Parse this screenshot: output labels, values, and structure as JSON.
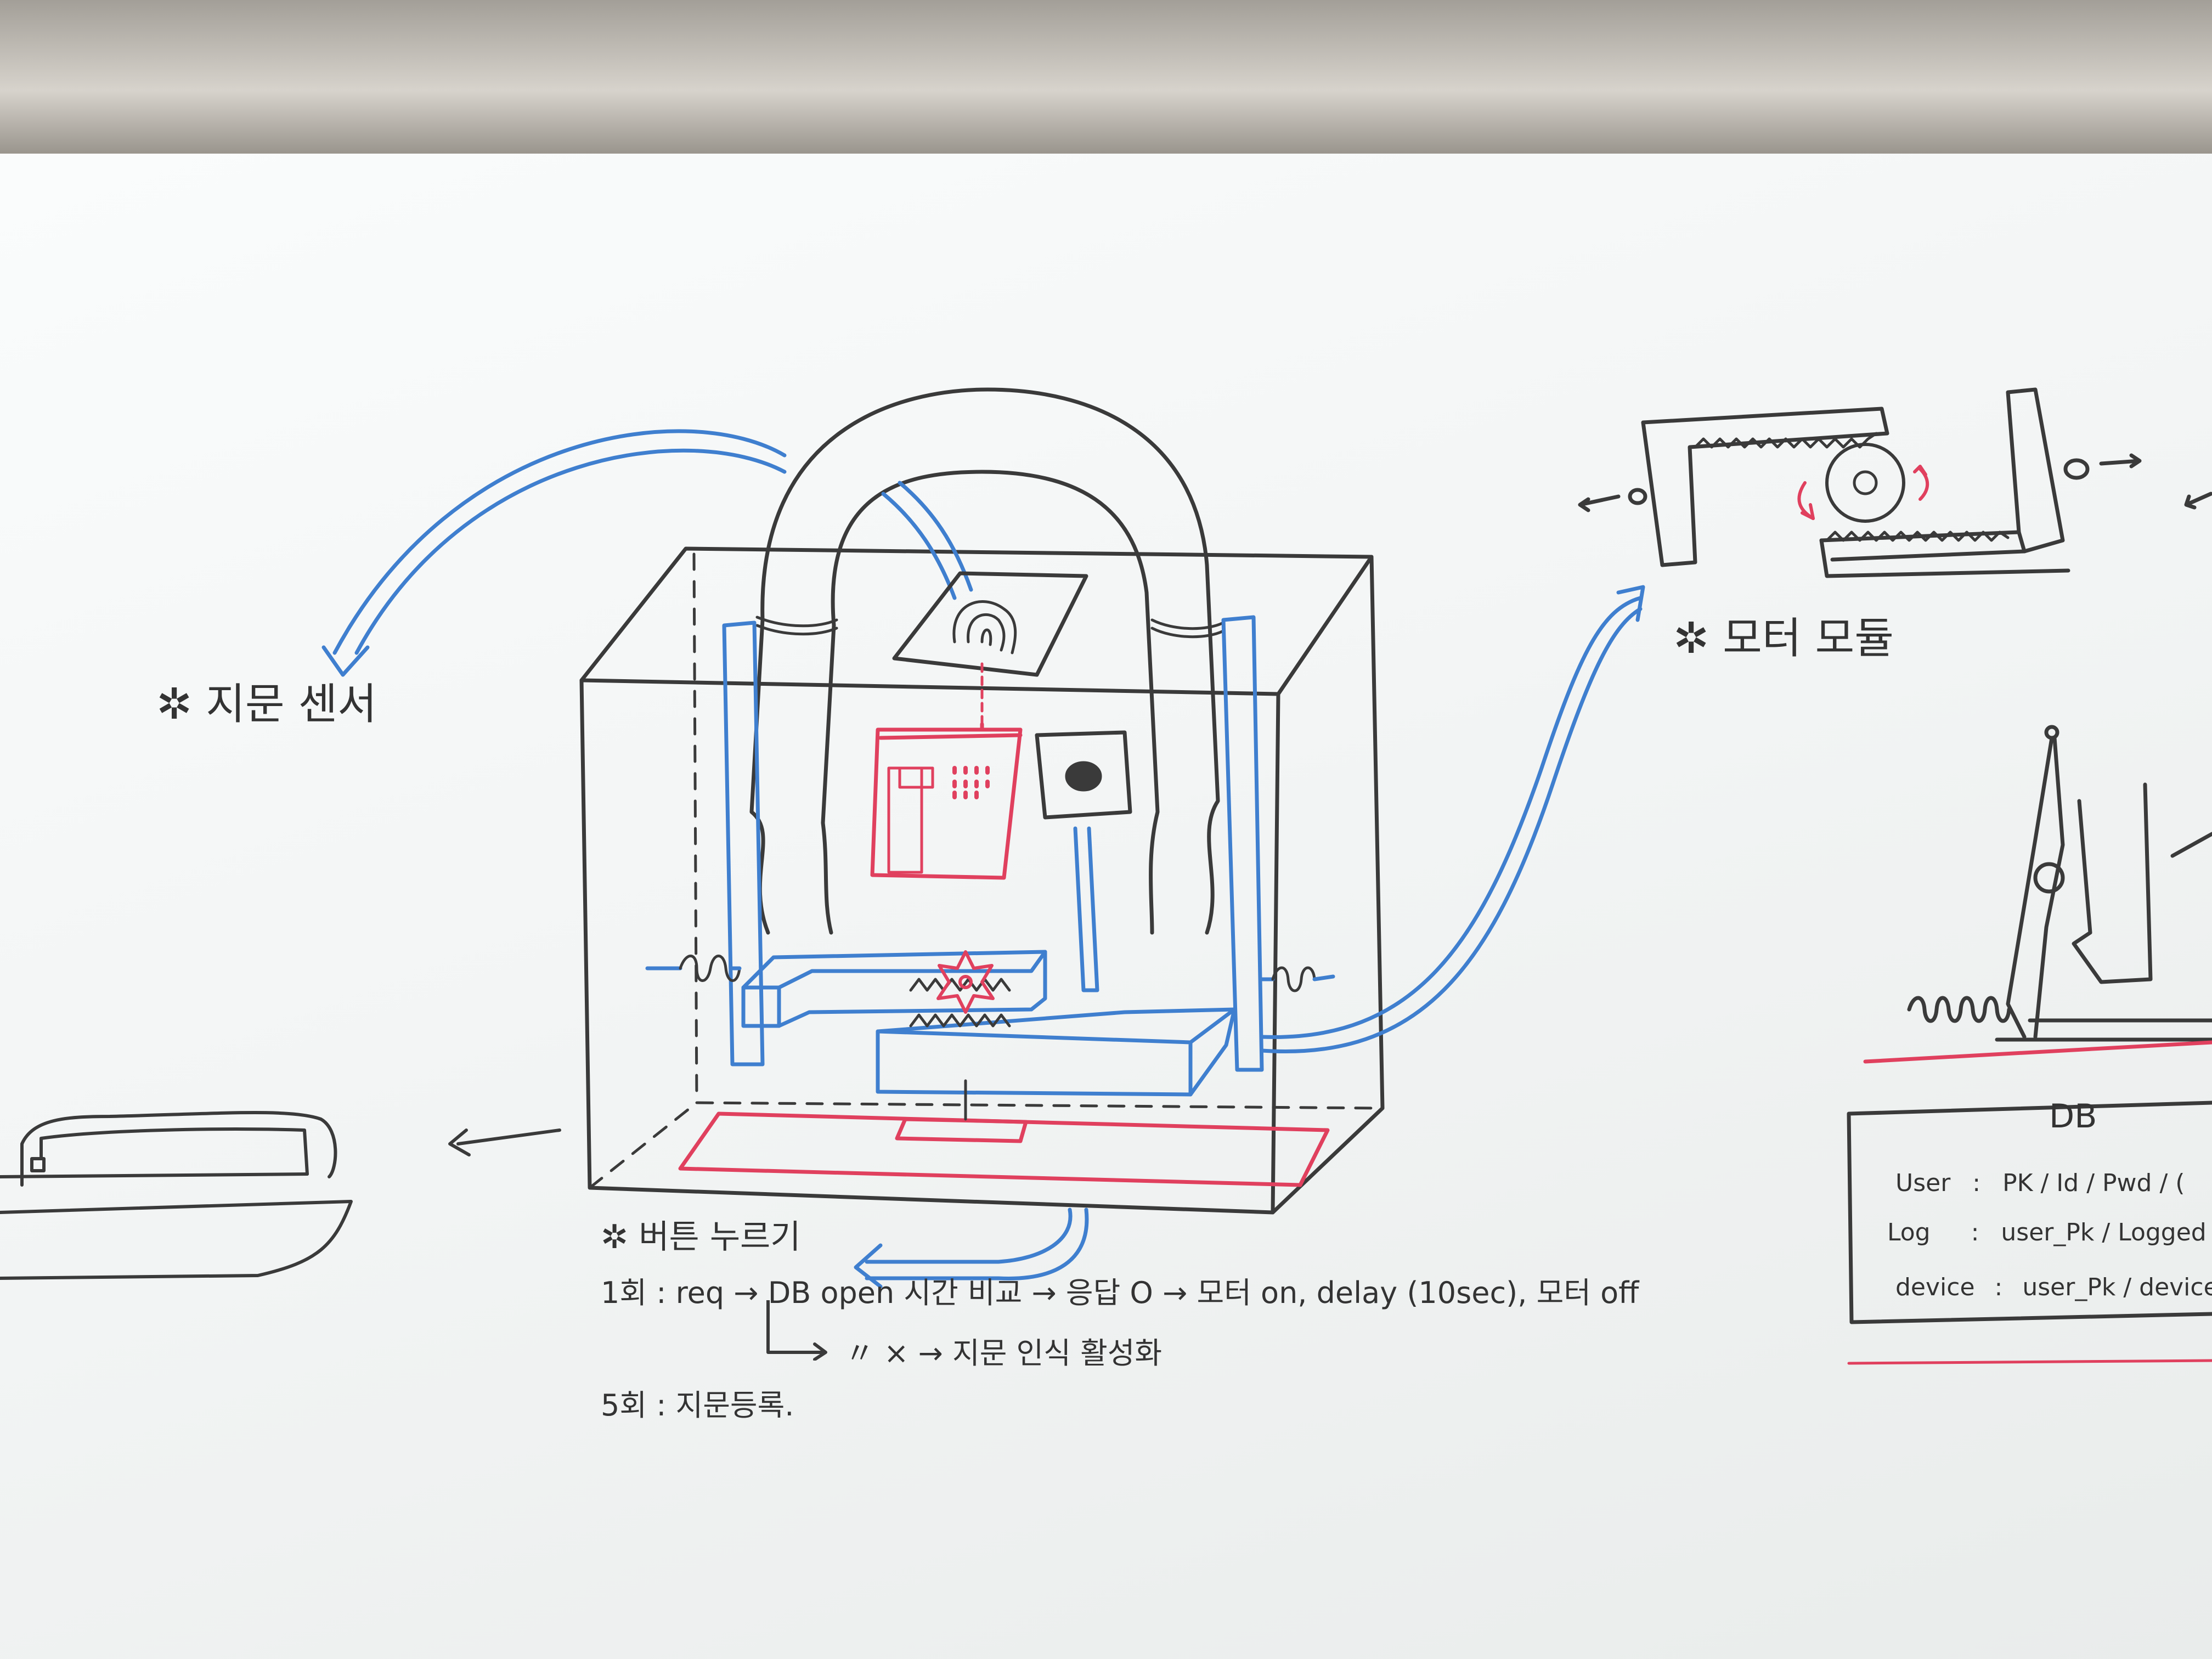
{
  "labels": {
    "fingerprint_sensor": "지문 센서",
    "motor_module": "모터 모듈",
    "button_press": "버튼 누르기",
    "star": "✲"
  },
  "flow": {
    "once_label": "1회 :",
    "req": "req",
    "arrow": "→",
    "line1_db": "DB open 시간 비교",
    "line1_resp": "응답 O",
    "line1_motor_on": "모터 on,",
    "line1_delay": "delay (10sec),",
    "line1_motor_off": "모터 off",
    "line2_ditto": "〃 ×",
    "line2_action": "지문 인식 활성화",
    "five_times": "5회 : 지문등록."
  },
  "db_box": {
    "title": "DB",
    "rows": [
      {
        "name": "User",
        "sep": ":",
        "fields": "PK / Id / Pwd / ("
      },
      {
        "name": "Log",
        "sep": ":",
        "fields": "user_Pk / Logged At /"
      },
      {
        "name": "device",
        "sep": ":",
        "fields": "user_Pk / device_Id"
      }
    ]
  },
  "colors": {
    "marker_black": "#3a3a3a",
    "marker_blue": "#3f7fcf",
    "marker_red": "#e0405e",
    "board": "#f4f6f6"
  }
}
